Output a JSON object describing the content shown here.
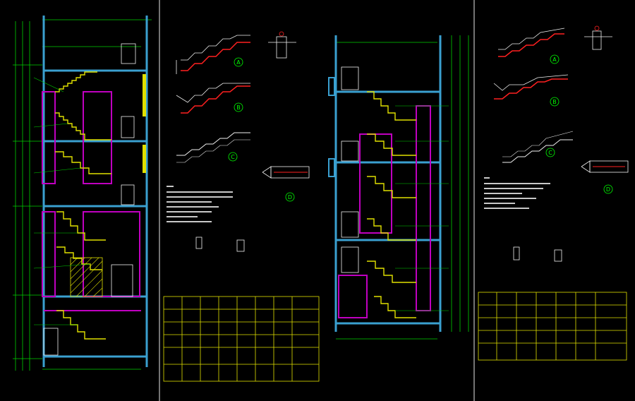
{
  "colors": {
    "background": "#000000",
    "wall": "#3aa0d0",
    "green": "#00d000",
    "magenta": "#c000c0",
    "yellow": "#e0e000",
    "red": "#ff2020",
    "white": "#f0f0f0",
    "divider": "#e8e8e8"
  },
  "detail_labels": {
    "a": "A",
    "b": "B",
    "c": "C",
    "d": "D"
  }
}
